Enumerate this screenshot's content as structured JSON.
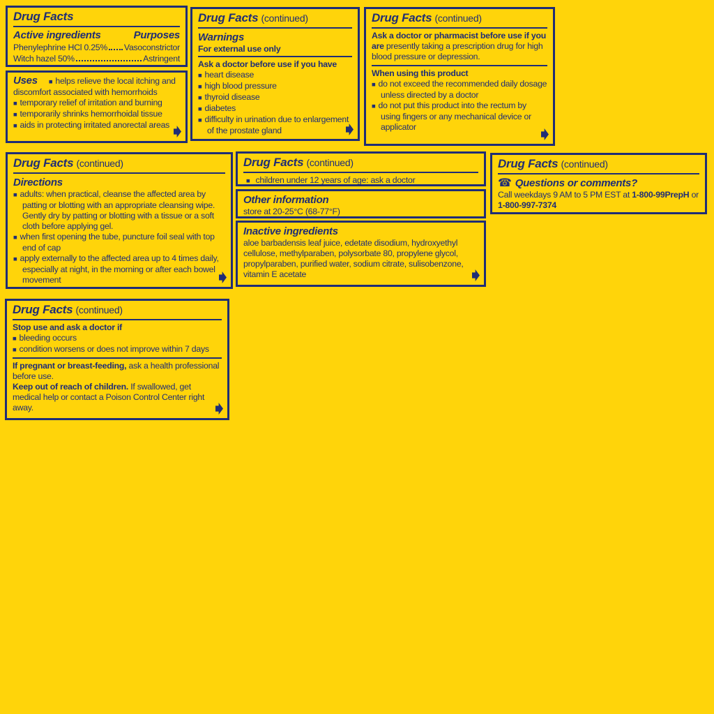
{
  "glyphs": {
    "bullet": "■",
    "phone": "☎"
  },
  "colors": {
    "background": "#ffd40a",
    "navy": "#1f2d76"
  },
  "panels": {
    "facts": {
      "title": "Drug Facts",
      "active_heading": "Active ingredients",
      "purposes_heading": "Purposes",
      "ingredients": [
        {
          "name": "Phenylephrine HCl 0.25%",
          "purpose": "Vasoconstrictor"
        },
        {
          "name": "Witch hazel 50%",
          "purpose": "Astringent"
        }
      ]
    },
    "uses": {
      "heading": "Uses",
      "lead_item": "helps relieve the local itching and discomfort associated with hemorrhoids",
      "items": [
        "temporary relief of irritation and burning",
        "temporarily shrinks hemorrhoidal tissue",
        "aids in protecting irritated anorectal areas"
      ]
    },
    "warnings": {
      "title": "Drug Facts",
      "continued": "(continued)",
      "heading": "Warnings",
      "external_subhead": "For external use only",
      "ask_heading": "Ask a doctor before use if you have",
      "items": [
        "heart disease",
        "high blood pressure",
        "thyroid disease",
        "diabetes",
        "difficulty in urination due to enlargement of the prostate gland"
      ]
    },
    "pharmacist": {
      "title": "Drug Facts",
      "continued": "(continued)",
      "bold_lead": "Ask a doctor or pharmacist before use if you are",
      "rest": " presently taking a prescription drug for high blood pressure or depression.",
      "when_heading": "When using this product",
      "items": [
        "do not exceed the recommended daily dosage unless directed by a doctor",
        "do not put this product into the rectum by using fingers or any mechanical device or applicator"
      ]
    },
    "directions": {
      "title": "Drug Facts",
      "continued": "(continued)",
      "heading": "Directions",
      "items": [
        "adults: when practical, cleanse the affected area by patting or blotting with an appropriate cleansing wipe. Gently dry by patting or blotting with a tissue or a soft cloth before applying gel.",
        "when first opening the tube, puncture foil seal with top end of cap",
        "apply externally to the affected area up to 4 times daily, especially at night, in the morning or after each bowel movement"
      ]
    },
    "children": {
      "title": "Drug Facts",
      "continued": "(continued)",
      "item": "children under 12 years of age: ask a doctor"
    },
    "other_info": {
      "heading": "Other information",
      "text": "store at 20-25°C (68-77°F)"
    },
    "inactive": {
      "heading": "Inactive ingredients",
      "text": "aloe barbadensis leaf juice, edetate disodium, hydroxyethyl cellulose, methylparaben, polysorbate 80, propylene glycol, propylparaben, purified water, sodium citrate, sulisobenzone, vitamin E acetate"
    },
    "questions": {
      "title": "Drug Facts",
      "continued": "(continued)",
      "heading": "Questions or comments?",
      "call_prefix": "Call weekdays 9 AM to 5 PM EST at ",
      "phone1": "1-800-99PrepH",
      "or_text": " or ",
      "phone2": "1-800-997-7374"
    },
    "stop_use": {
      "title": "Drug Facts",
      "continued": "(continued)",
      "heading": "Stop use and ask a doctor if",
      "items": [
        "bleeding occurs",
        "condition worsens or does not improve within 7 days"
      ],
      "pregnant_bold": "If pregnant or breast-feeding,",
      "pregnant_rest": " ask a health professional before use.",
      "keep_bold": "Keep out of reach of children.",
      "keep_rest": " If swallowed, get medical help or contact a Poison Control Center right away."
    }
  }
}
